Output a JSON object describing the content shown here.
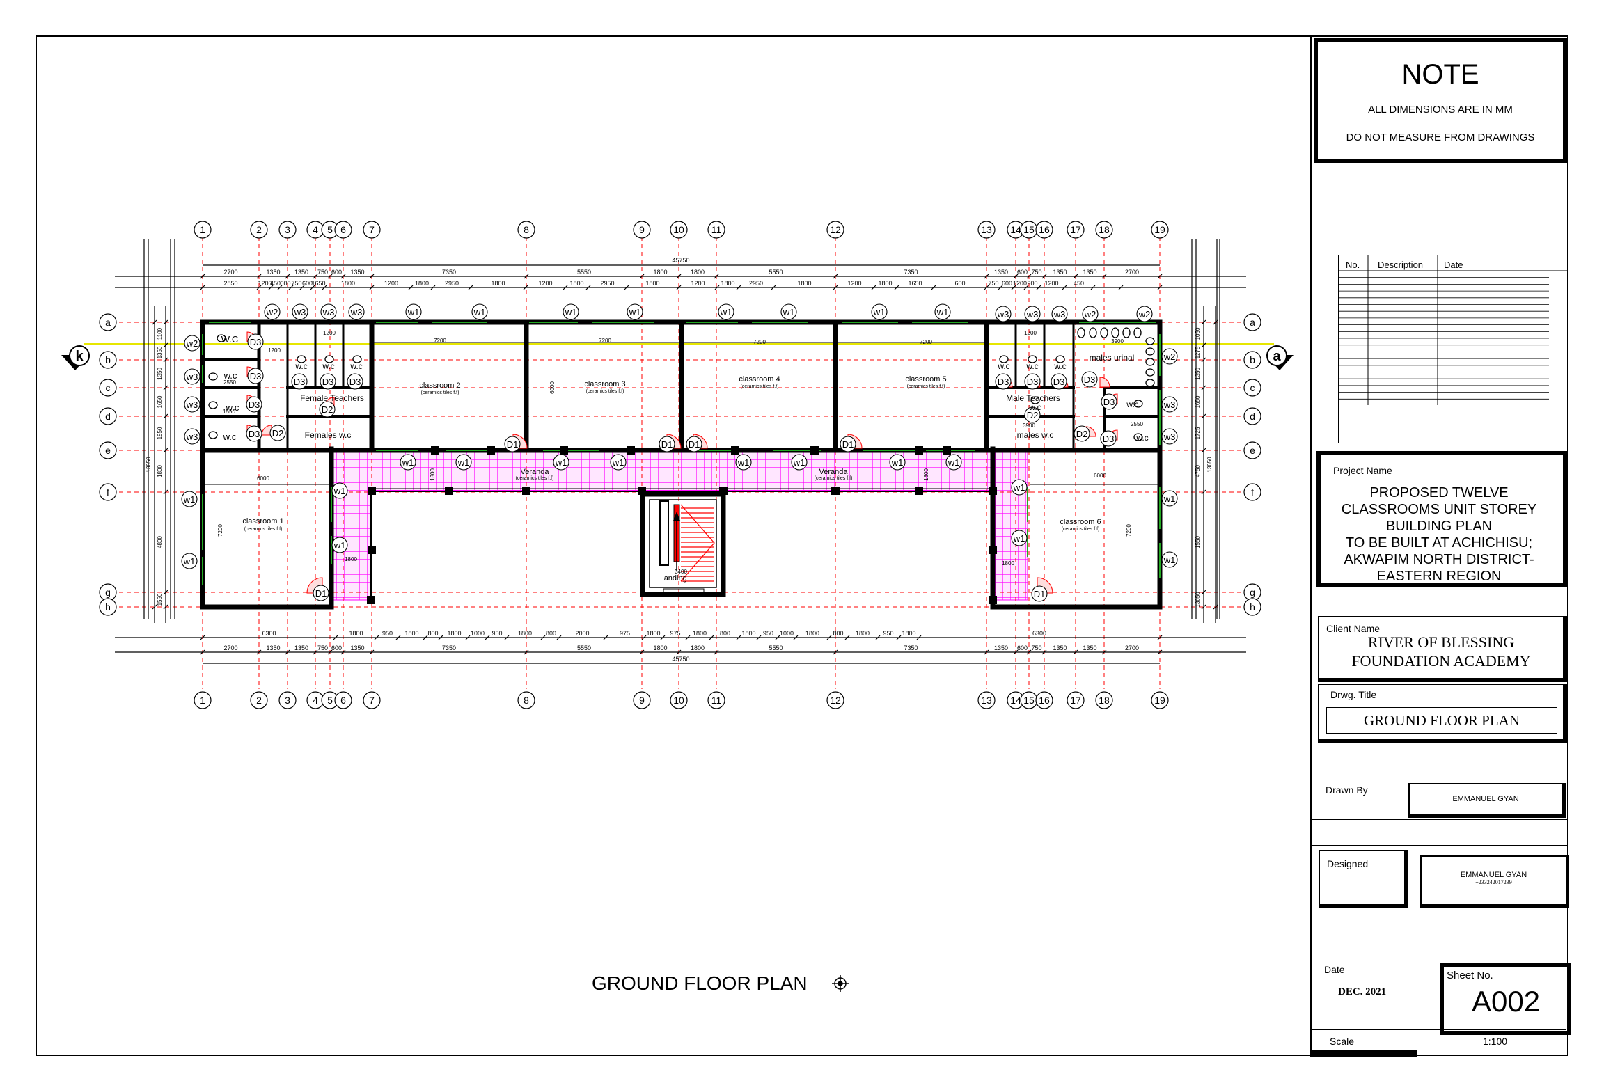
{
  "plan_title": "GROUND  FLOOR  PLAN",
  "grid": {
    "columns": [
      "1",
      "2",
      "3",
      "4",
      "5",
      "6",
      "7",
      "8",
      "9",
      "10",
      "11",
      "12",
      "13",
      "14",
      "15",
      "16",
      "17",
      "18",
      "19"
    ],
    "rows": [
      "a",
      "b",
      "c",
      "d",
      "e",
      "f",
      "g",
      "h"
    ]
  },
  "dims": {
    "overall": "45750",
    "top_main": [
      "2700",
      "1350",
      "1350",
      "750",
      "600",
      "1350",
      "7350",
      "5550",
      "1800",
      "1800",
      "5550",
      "7350",
      "1350",
      "600",
      "750",
      "1350",
      "1350",
      "2700"
    ],
    "top_openings": [
      "2850",
      "1200",
      "450",
      "600",
      "750",
      "600",
      "1650",
      "1800",
      "1200",
      "1800",
      "2950",
      "1800",
      "1200",
      "1800",
      "2950",
      "1800",
      "1200",
      "1800",
      "2950",
      "1800",
      "1200",
      "1800",
      "1650",
      "600",
      "750",
      "600",
      "1200",
      "900",
      "1200",
      "450"
    ],
    "bottom_openings": [
      "6300",
      "1800",
      "950",
      "1800",
      "800",
      "1800",
      "1000",
      "950",
      "1800",
      "800",
      "2000",
      "975",
      "1800",
      "975",
      "1800",
      "800",
      "1800",
      "950",
      "1000",
      "1800",
      "800",
      "1800",
      "950",
      "1800",
      "6300"
    ],
    "left_side": [
      "1100",
      "1350",
      "1350",
      "1650",
      "1950",
      "1800",
      "4800",
      "1550",
      "13650"
    ],
    "right_side": [
      "1050",
      "1275",
      "1350",
      "1650",
      "1725",
      "4750",
      "1550",
      "13650"
    ],
    "room_inner": [
      "7200",
      "7200",
      "7200",
      "7200",
      "6000",
      "6000",
      "6000",
      "7200",
      "7200",
      "1800",
      "1800",
      "1800",
      "1800",
      "1200",
      "1200",
      "1200",
      "3900",
      "3900",
      "2550",
      "2550",
      "1550",
      "3400"
    ]
  },
  "rooms": {
    "classroom1": "classroom 1",
    "classroom2": "classroom 2",
    "classroom3": "classroom 3",
    "classroom4": "classroom 4",
    "classroom5": "classroom 5",
    "classroom6": "classroom 6",
    "finish": "(ceramics tiles f.f)",
    "veranda": "Veranda",
    "female_teachers": "Female Teachers",
    "females_wc": "Females w.c",
    "male_teachers": "Male Teachers",
    "males_wc": "males w.c",
    "males_urinal": "males urinal",
    "wc": "w.c",
    "wc_upper": "W.C",
    "landing": "landing"
  },
  "tags": {
    "w1": "w1",
    "w2": "w2",
    "w3": "w3",
    "D1": "D1",
    "D2": "D2",
    "D3": "D3"
  },
  "section_marks": {
    "left": "k",
    "right": "a"
  },
  "note": {
    "heading": "NOTE",
    "line1": "ALL DIMENSIONS ARE IN MM",
    "line2": "DO NOT MEASURE FROM DRAWINGS"
  },
  "revisions": {
    "headers": [
      "No.",
      "Description",
      "Date"
    ]
  },
  "project": {
    "label": "Project Name",
    "lines": [
      "PROPOSED TWELVE",
      "CLASSROOMS UNIT STOREY",
      "BUILDING PLAN",
      "TO BE BUILT AT ACHICHISU;",
      "AKWAPIM NORTH DISTRICT-",
      "EASTERN REGION"
    ]
  },
  "client": {
    "label": "Client Name",
    "lines": [
      "RIVER OF BLESSING",
      "FOUNDATION ACADEMY"
    ]
  },
  "drawing_title": {
    "label": "Drwg. Title",
    "value": "GROUND  FLOOR  PLAN"
  },
  "drawn_by": {
    "label": "Drawn  By",
    "value": "EMMANUEL GYAN"
  },
  "designed": {
    "label": "Designed",
    "name": "EMMANUEL GYAN",
    "phone": "+233242017239"
  },
  "date": {
    "label": "Date",
    "value": "DEC. 2021"
  },
  "sheet": {
    "label": "Sheet No.",
    "value": "A002"
  },
  "scale": {
    "label": "Scale",
    "value": "1:100"
  },
  "colors": {
    "tile": "#ff00ff",
    "grid_line": "#ff0000",
    "window": "#00aa00",
    "axis": "#ffff00"
  }
}
